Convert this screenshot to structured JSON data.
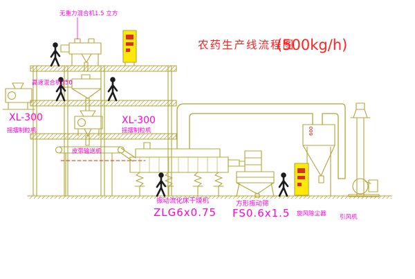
{
  "title": {
    "main": "农药生产线流程图",
    "capacity": "(500kg/h)"
  },
  "labels": {
    "top_mixer": "无重力混合机1.5 立方",
    "high_speed_mixer": "高速混合机350",
    "granulator_left_model": "XL-300",
    "granulator_left_name": "摇摆制粒机",
    "granulator_mid_model": "XL-300",
    "granulator_mid_name": "摇摆制粒机",
    "belt_conveyor": "皮带输送机",
    "dryer_name": "振动流化床干燥机",
    "dryer_model": "ZLG6x0.75",
    "screen_name": "方形振动筛",
    "screen_model": "FS0.6x1.5",
    "cyclone_name": "旋风除尘器",
    "fan_name": "引风机",
    "duct_dim": "600"
  },
  "colors": {
    "cad_line": "#b3a437",
    "label_magenta": "#ff00e1",
    "title_red": "#ff2222",
    "cabinet_yellow": "#ffe90a",
    "cabinet_red": "#d93018",
    "figure_black": "#1c1c1c",
    "background": "#ffffff"
  }
}
